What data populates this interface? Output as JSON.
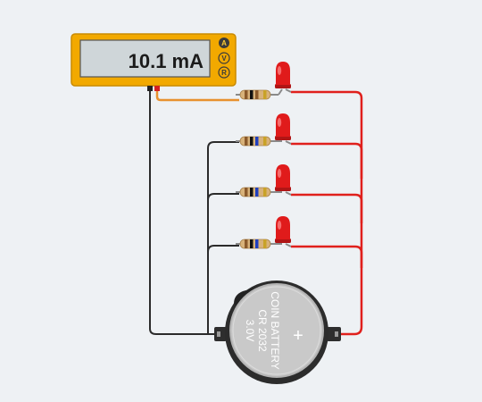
{
  "multimeter": {
    "reading": "10.1 mA",
    "modes": [
      "A",
      "V",
      "R"
    ],
    "active_mode": "A"
  },
  "battery": {
    "brand_line": "COIN BATTERY",
    "model_line": "CR 2032",
    "voltage_line": "3.0V",
    "positive_symbol": "+"
  },
  "branches": [
    {
      "led_color": "red",
      "resistor_bands": [
        "#8b5a2b",
        "#111111",
        "#8b5a2b",
        "#c9a227"
      ]
    },
    {
      "led_color": "red",
      "resistor_bands": [
        "#8b5a2b",
        "#111111",
        "#1f3fbf",
        "#c9a227"
      ]
    },
    {
      "led_color": "red",
      "resistor_bands": [
        "#8b5a2b",
        "#111111",
        "#1f3fbf",
        "#c9a227"
      ]
    },
    {
      "led_color": "red",
      "resistor_bands": [
        "#8b5a2b",
        "#111111",
        "#1f3fbf",
        "#c9a227"
      ]
    }
  ],
  "colors": {
    "background": "#eef1f4",
    "meter_body": "#f2a900",
    "meter_screen": "#cfd6d9",
    "wire_positive": "#e0201c",
    "wire_negative": "#2b2b2b",
    "wire_meter": "#e8912f",
    "led_red": "#e01b1b",
    "resistor_body": "#d8b27a"
  }
}
